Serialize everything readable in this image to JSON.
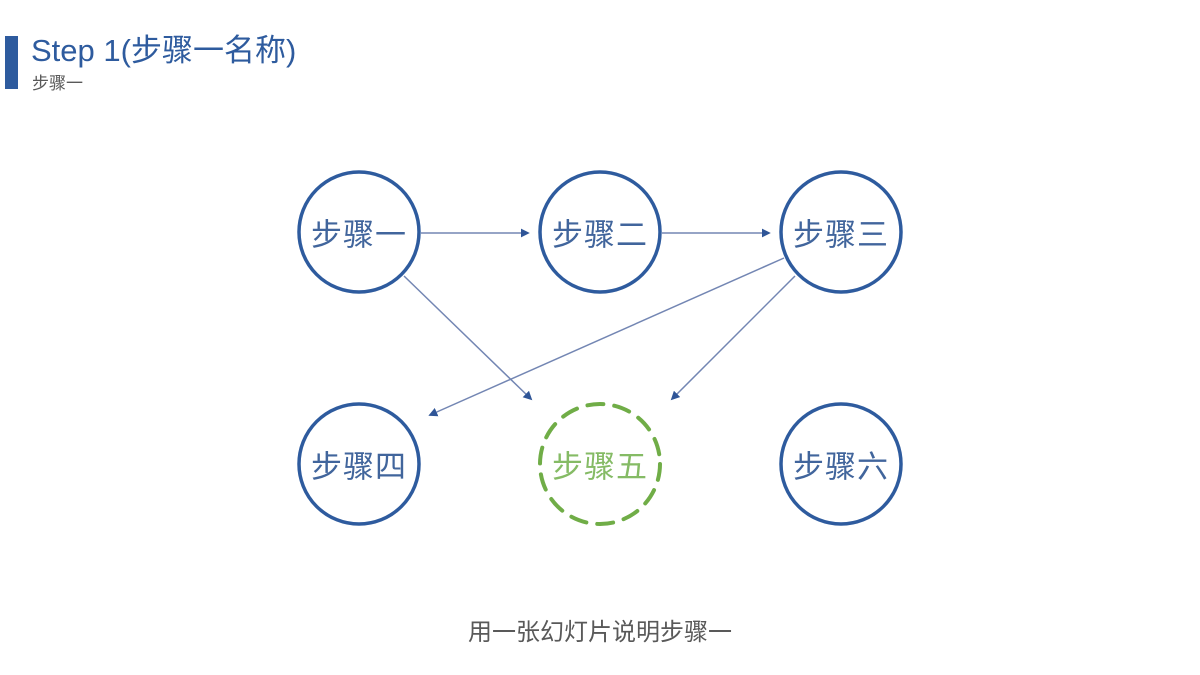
{
  "slide": {
    "title": "Step 1(步骤一名称)",
    "subtitle": "步骤一",
    "caption": "用一张幻灯片说明步骤一"
  },
  "diagram": {
    "steps": [
      {
        "label": "步骤一",
        "style": "solid-blue"
      },
      {
        "label": "步骤二",
        "style": "solid-blue"
      },
      {
        "label": "步骤三",
        "style": "solid-blue"
      },
      {
        "label": "步骤四",
        "style": "solid-blue"
      },
      {
        "label": "步骤五",
        "style": "dashed-green-highlight"
      },
      {
        "label": "步骤六",
        "style": "solid-blue"
      }
    ],
    "connections": [
      {
        "from": "步骤一",
        "to": "步骤二"
      },
      {
        "from": "步骤二",
        "to": "步骤三"
      },
      {
        "from": "步骤一",
        "to": "步骤五"
      },
      {
        "from": "步骤三",
        "to": "步骤四"
      },
      {
        "from": "步骤三",
        "to": "步骤五"
      }
    ]
  },
  "colors": {
    "accent_blue": "#2e5b9e",
    "circle_text_blue": "#41659c",
    "highlight_green": "#70ad47",
    "highlight_green_text": "#85bb65",
    "connector_blue": "#7386b3",
    "arrowhead_blue": "#2f5597",
    "gray_text": "#595959"
  }
}
